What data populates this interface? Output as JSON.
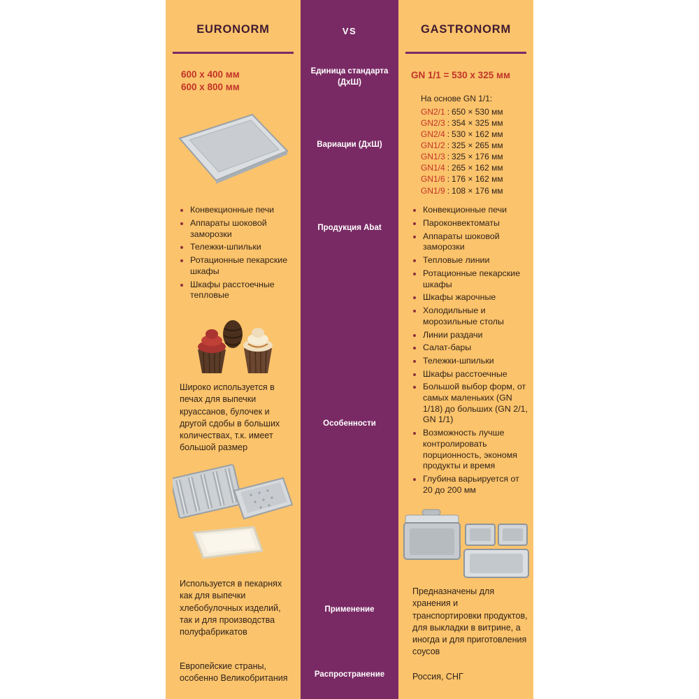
{
  "theme": {
    "panel_bg": "#fbc36b",
    "center_bg": "#792a64",
    "accent_red": "#c2342a",
    "header_text": "#401b31",
    "body_text": "#30231b",
    "label_text": "#ffffff"
  },
  "headers": {
    "left": "EURONORM",
    "center": "VS",
    "right": "GASTRONORM"
  },
  "rows": {
    "labels": [
      "Единица стандарта (ДхШ)",
      "Вариации (ДхШ)",
      "Продукция Abat",
      "Особенности",
      "Применение",
      "Распространение"
    ]
  },
  "euronorm": {
    "standard_line1": "600 x 400 мм",
    "standard_line2": "600 x 800 мм",
    "products": [
      "Конвекционные печи",
      "Аппараты шоковой заморозки",
      "Тележки-шпильки",
      "Ротационные пекарские шкафы",
      "Шкафы расстоечные тепловые"
    ],
    "features": "Широко используется в печах для выпечки круассанов, булочек и другой сдобы в больших количествах, т.к. имеет большой размер",
    "usage": "Используется в пекарнях как для выпечки хлебобулочных изделий, так и для производства полуфабрикатов",
    "distribution": "Европейские страны, особенно Великобритания",
    "images": {
      "tray": "sheet-pan",
      "cupcakes": "cupcakes-and-pinecone",
      "trays": "baguette-tray-perforated-tray-white-tray"
    }
  },
  "gastronorm": {
    "standard": "GN 1/1 = 530 x 325 мм",
    "variations_intro": "На основе GN 1/1:",
    "separator": ":",
    "variations": [
      {
        "label": "GN2/1",
        "size": "650 × 530 мм"
      },
      {
        "label": "GN2/3",
        "size": "354 × 325 мм"
      },
      {
        "label": "GN2/4",
        "size": "530 × 162 мм"
      },
      {
        "label": "GN1/2",
        "size": "325 × 265 мм"
      },
      {
        "label": "GN1/3",
        "size": "325 × 176 мм"
      },
      {
        "label": "GN1/4",
        "size": "265 × 162 мм"
      },
      {
        "label": "GN1/6",
        "size": "176 × 162 мм"
      },
      {
        "label": "GN1/9",
        "size": "108 × 176 мм"
      }
    ],
    "products": [
      "Конвекционные печи",
      "Пароконвектоматы",
      "Аппараты шоковой заморозки",
      "Тепловые линии",
      "Ротационные пекарские шкафы",
      "Шкафы жарочные",
      "Холодильные и морозильные столы",
      "Линии раздачи",
      "Салат-бары",
      "Тележки-шпильки",
      "Шкафы расстоечные"
    ],
    "features": [
      "Большой выбор форм, от самых маленьких (GN 1/18) до больших (GN 2/1, GN 1/1)",
      "Возможность лучше контролировать порционность, экономя продукты и время",
      "Глубина варьируется от 20 до 200 мм"
    ],
    "usage": "Предназначены для хранения и транспортировки продуктов, для выкладки в витрине, а иногда и для приготовления соусов",
    "distribution": "Россия, СНГ",
    "images": {
      "containers": "gastronorm-containers"
    }
  }
}
